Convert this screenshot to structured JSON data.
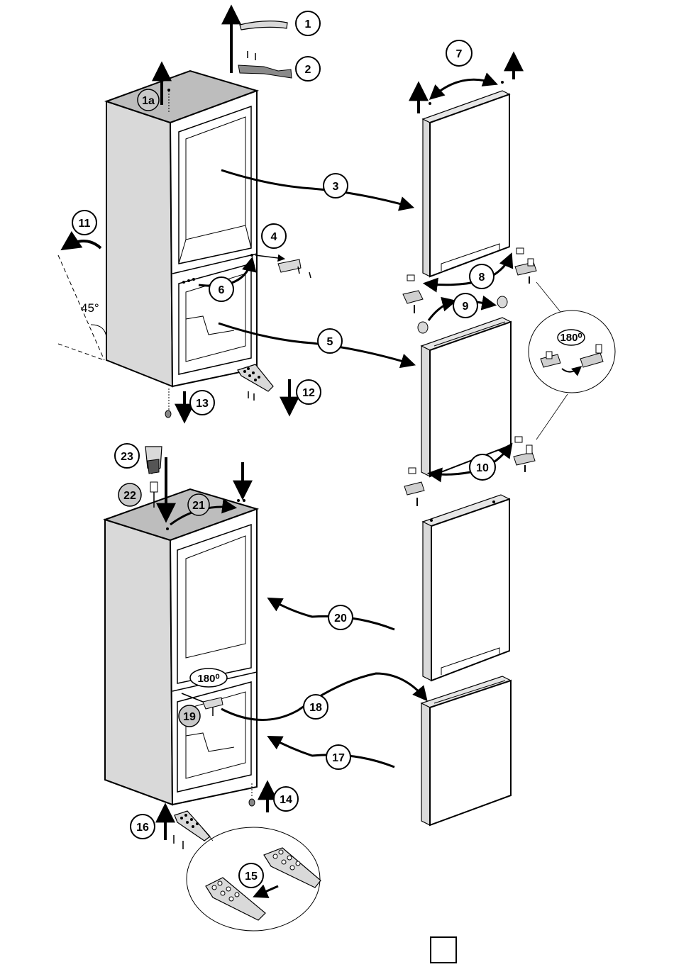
{
  "callouts": {
    "c1": "1",
    "c1a": "1a",
    "c2": "2",
    "c3": "3",
    "c4": "4",
    "c5": "5",
    "c6": "6",
    "c7": "7",
    "c8": "8",
    "c9": "9",
    "c10": "10",
    "c11": "11",
    "c12": "12",
    "c13": "13",
    "c14": "14",
    "c15": "15",
    "c16": "16",
    "c17": "17",
    "c18": "18",
    "c19": "19",
    "c20": "20",
    "c21": "21",
    "c22": "22",
    "c23": "23"
  },
  "labels": {
    "tilt_angle": "45°",
    "rotate_hinge_detail": "180⁰",
    "rotate_middle_hinge": "180⁰"
  },
  "colors": {
    "ink": "#000000",
    "cabinet_side": "#d9d9d9",
    "cabinet_top": "#bdbdbd",
    "paper": "#ffffff"
  },
  "icons": [
    "arrow-icon",
    "screw-icon",
    "hinge-icon",
    "door-stop-icon",
    "fixing-tool-icon"
  ]
}
